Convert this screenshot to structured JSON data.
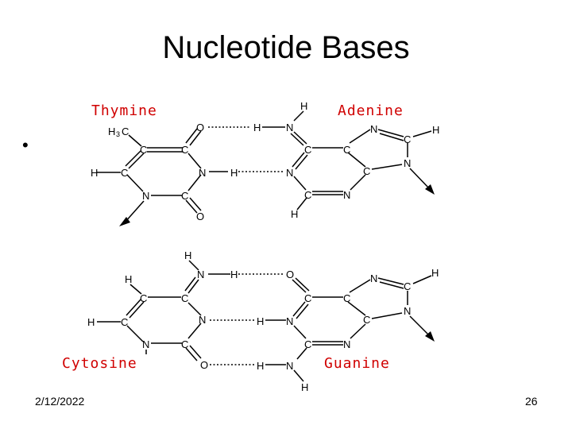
{
  "slide": {
    "title": "Nucleotide Bases",
    "date": "2/12/2022",
    "page_number": "26",
    "bullet": "•"
  },
  "diagram": {
    "base_names": {
      "thymine": "Thymine",
      "adenine": "Adenine",
      "cytosine": "Cytosine",
      "guanine": "Guanine"
    },
    "atoms": {
      "carbon": "C",
      "nitrogen": "N",
      "oxygen": "O",
      "hydrogen": "H",
      "methyl_h": "H",
      "methyl_sub": "3",
      "methyl_c": "C"
    },
    "colors": {
      "base_name": "#d00000"
    }
  }
}
